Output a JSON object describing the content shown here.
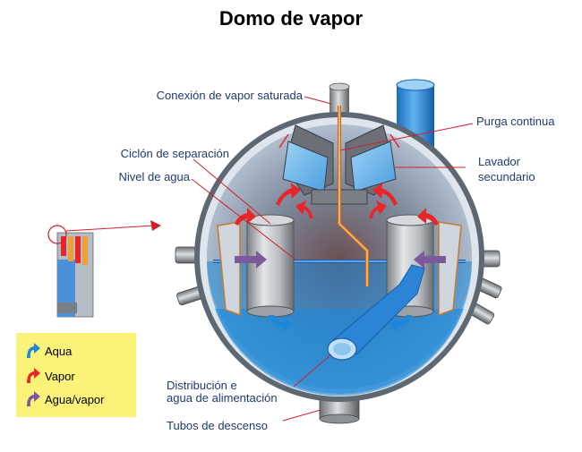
{
  "title": "Domo de vapor",
  "labels": {
    "saturated_steam": "Conexión de vapor saturada",
    "continuous_purge": "Purga continua",
    "cyclone": "Ciclón de separación",
    "water_level": "Nivel de agua",
    "secondary_washer_1": "Lavador",
    "secondary_washer_2": "secundario",
    "feedwater_1": "Distribución e",
    "feedwater_2": "agua de alimentación",
    "downcomers": "Tubos de descenso"
  },
  "legend": {
    "items": [
      {
        "label": "Aqua",
        "icon": "blue-arrow-icon",
        "color": "#1e88d8"
      },
      {
        "label": "Vapor",
        "icon": "red-arrow-icon",
        "color": "#e8262a"
      },
      {
        "label": "Agua/vapor",
        "icon": "purple-arrow-icon",
        "color": "#7a5a9c"
      }
    ]
  },
  "colors": {
    "water": "#1e88d8",
    "steam": "#e8262a",
    "mix": "#7a5a9c",
    "drum_shell": "#5a6470",
    "label_text": "#1f3a6e",
    "legend_bg": "#fbf27a",
    "leader_line": "#d0202a"
  }
}
